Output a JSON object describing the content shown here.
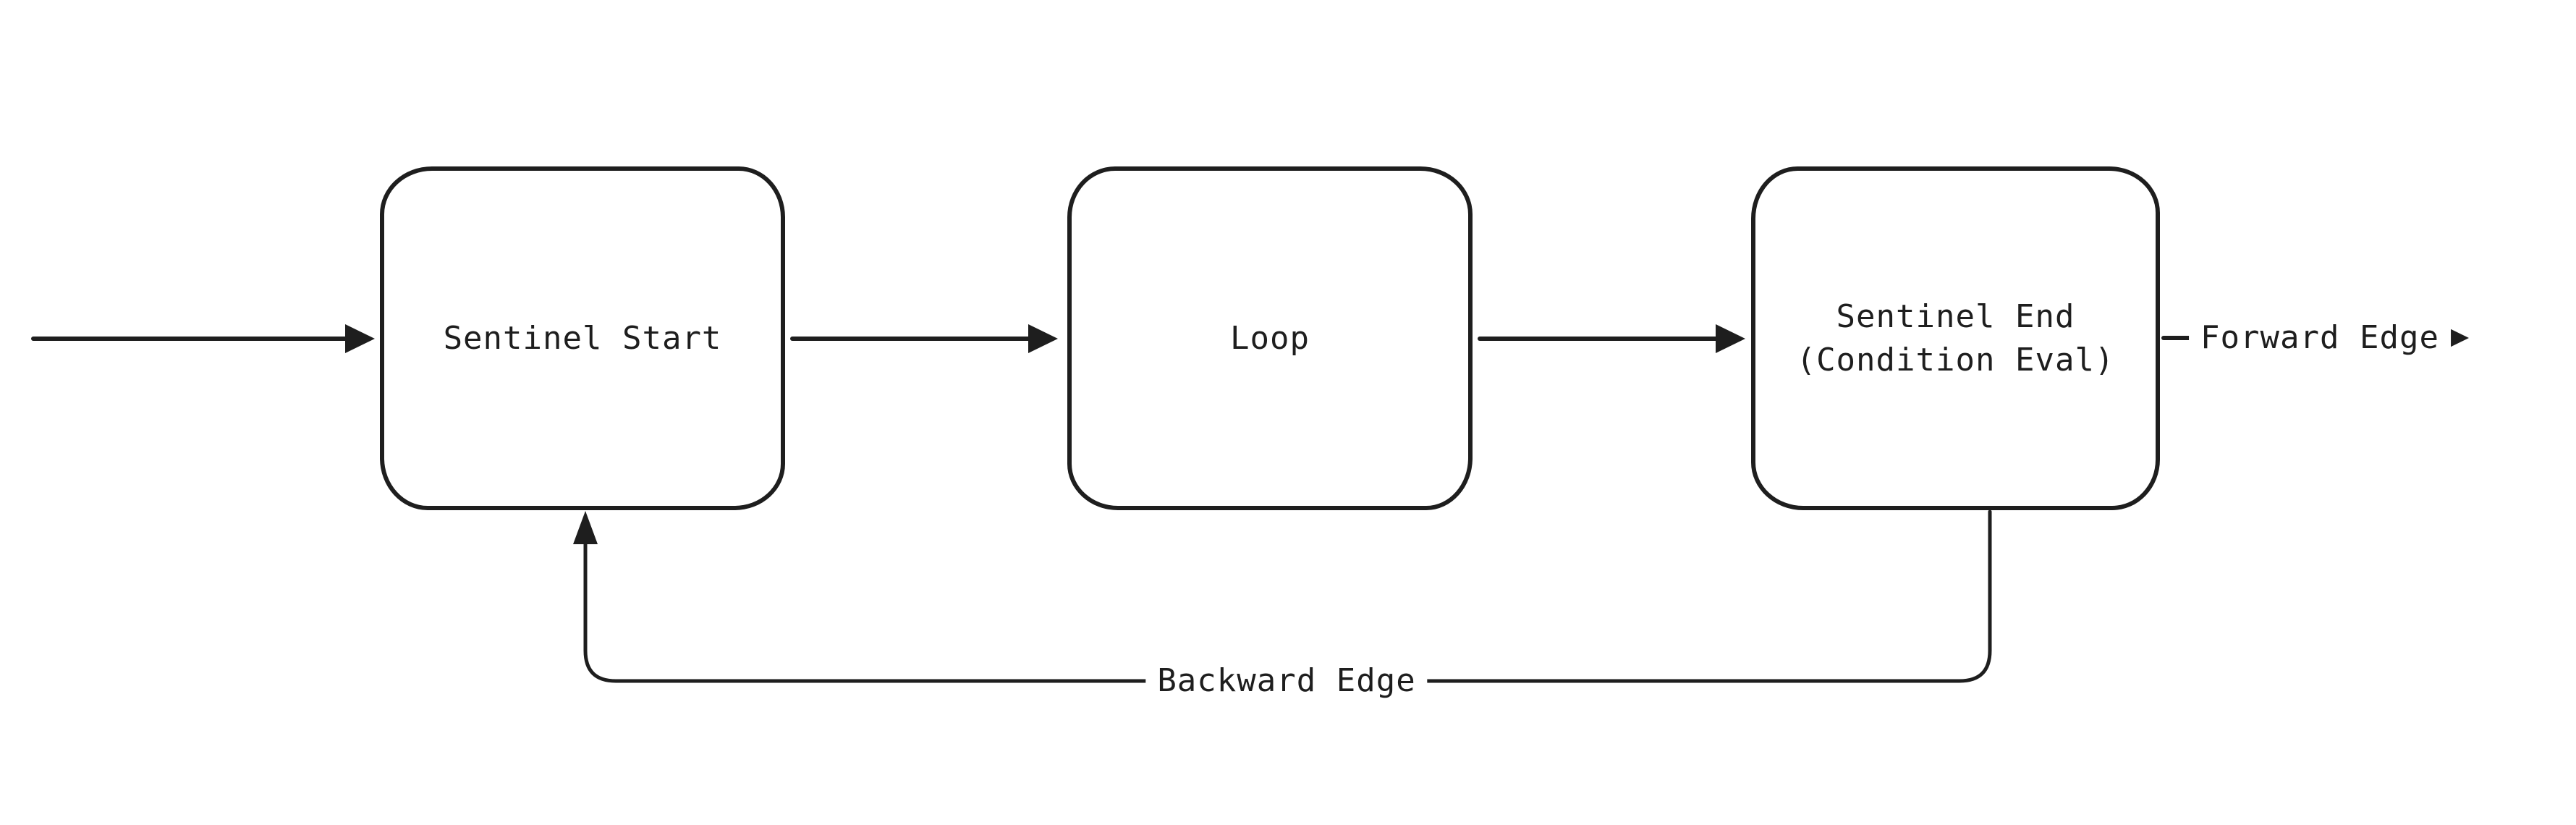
{
  "diagram": {
    "background_color": "#ffffff",
    "stroke_color": "#1e1e1e",
    "nodes": [
      {
        "id": "sentinel-start",
        "label": "Sentinel Start"
      },
      {
        "id": "loop",
        "label": "Loop"
      },
      {
        "id": "sentinel-end",
        "label": "Sentinel End\n(Condition Eval)"
      }
    ],
    "edge_labels": {
      "forward": "Forward Edge",
      "backward": "Backward Edge"
    }
  }
}
